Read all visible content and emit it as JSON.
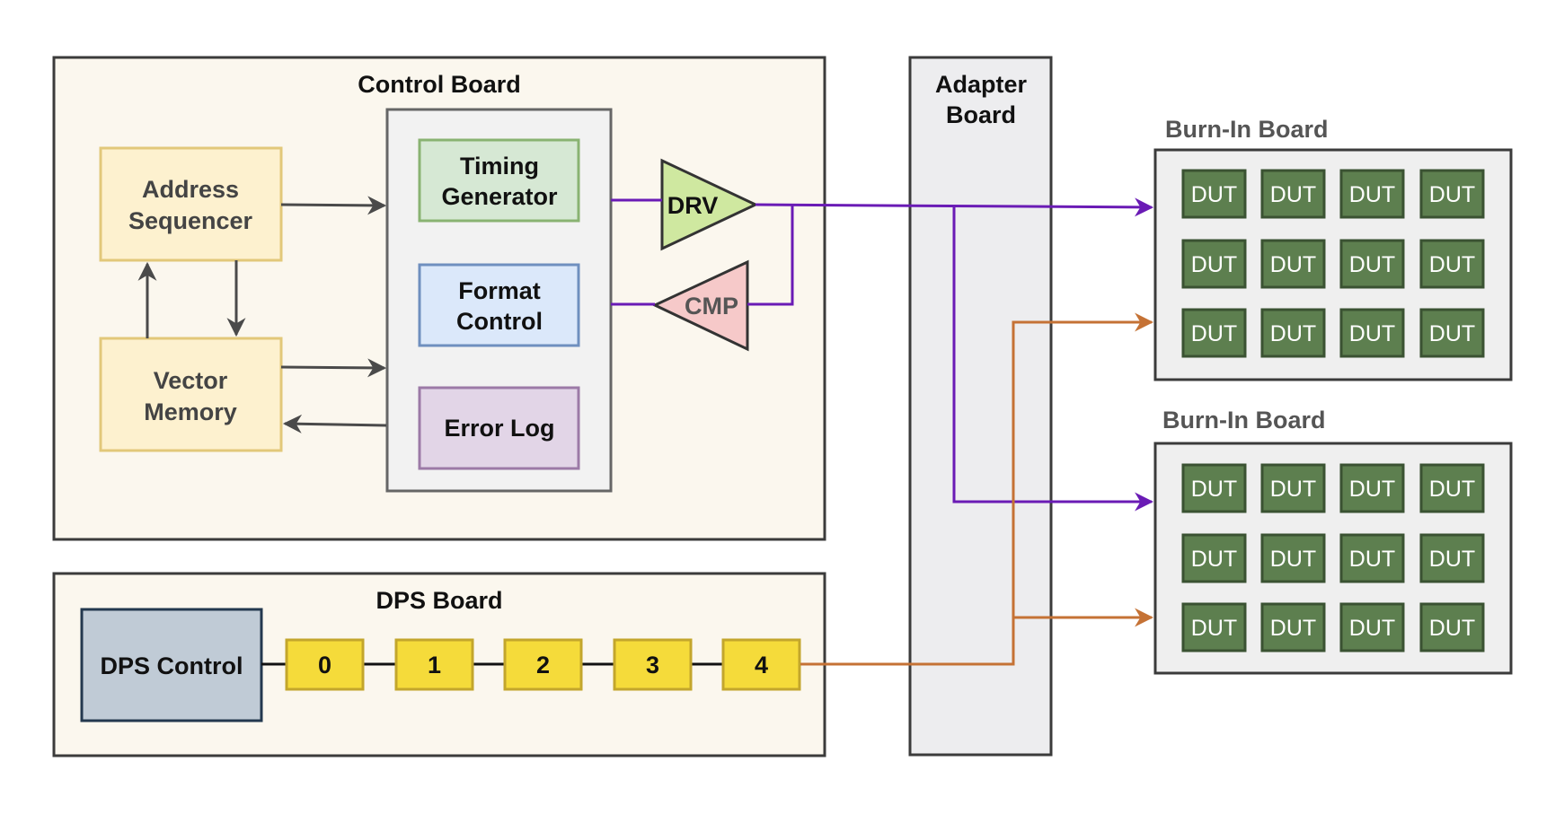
{
  "control_board": {
    "title": "Control Board",
    "address_sequencer": [
      "Address",
      "Sequencer"
    ],
    "vector_memory": [
      "Vector",
      "Memory"
    ],
    "timing_generator": [
      "Timing",
      "Generator"
    ],
    "format_control": [
      "Format",
      "Control"
    ],
    "error_log": "Error Log",
    "drv": "DRV",
    "cmp": "CMP"
  },
  "adapter_board": {
    "title": [
      "Adapter",
      "Board"
    ]
  },
  "dps_board": {
    "title": "DPS Board",
    "control": "DPS Control",
    "channels": [
      "0",
      "1",
      "2",
      "3",
      "4"
    ]
  },
  "burn_in_boards": [
    {
      "title": "Burn-In Board",
      "dut_label": "DUT",
      "rows": 3,
      "cols": 4
    },
    {
      "title": "Burn-In Board",
      "dut_label": "DUT",
      "rows": 3,
      "cols": 4
    }
  ],
  "colors": {
    "board_fill": "#fbf7ee",
    "board_stroke": "#3b3b3b",
    "address_fill": "#fdf1cf",
    "address_stroke": "#e2c87a",
    "timing_fill": "#d6e8d4",
    "timing_stroke": "#89b372",
    "format_fill": "#dbe8fa",
    "format_stroke": "#6f8fbf",
    "errorlog_fill": "#e2d5e7",
    "errorlog_stroke": "#9c7aa7",
    "drv_fill": "#cfe8a0",
    "cmp_fill": "#f6c9c9",
    "dps_control_fill": "#c0cbd6",
    "dps_control_stroke": "#23384f",
    "channel_fill": "#f5db3a",
    "channel_stroke": "#c3a62c",
    "dut_fill": "#5d7f4f",
    "dut_stroke": "#3a5232",
    "purple_line": "#6a1bb5",
    "orange_line": "#c57235",
    "arrow_gray": "#4a4a4a"
  }
}
